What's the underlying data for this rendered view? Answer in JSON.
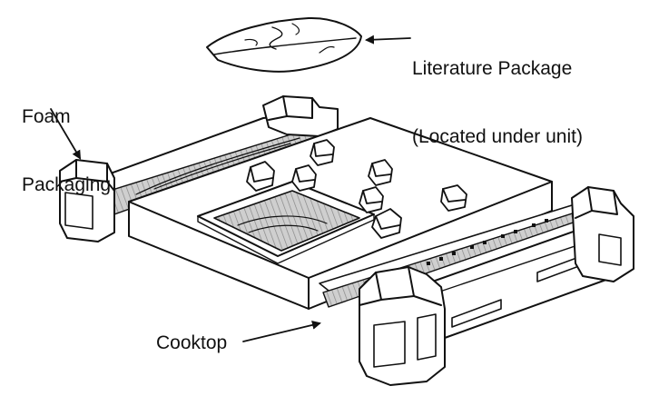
{
  "labels": {
    "literature_line1": "Literature Package",
    "literature_line2": "(Located under unit)",
    "foam_line1": "Foam",
    "foam_line2": "Packaging",
    "cooktop": "Cooktop"
  },
  "colors": {
    "ink": "#111111",
    "paper": "#ffffff",
    "shade": "#555555",
    "light": "#dddddd"
  }
}
